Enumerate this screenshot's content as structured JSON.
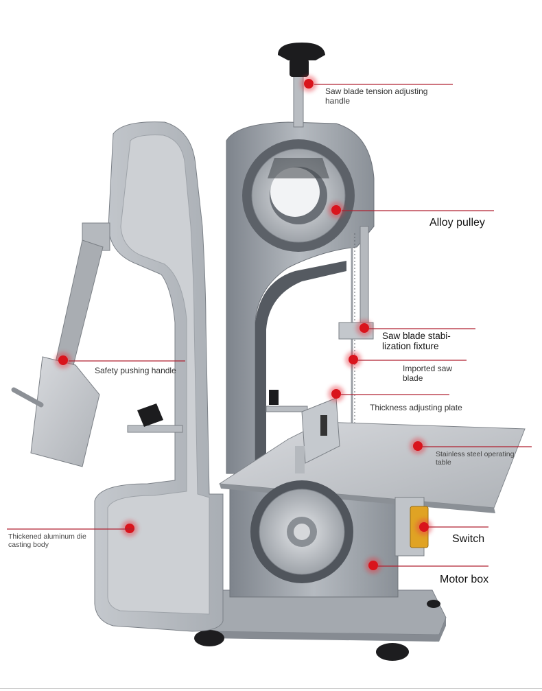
{
  "callouts": [
    {
      "id": "tension-handle",
      "text": "Saw blade tension adjusting\nhandle"
    },
    {
      "id": "alloy-pulley",
      "text": "Alloy pulley"
    },
    {
      "id": "stabilization-fixture",
      "text": "Saw blade stabi-\nlization fixture"
    },
    {
      "id": "safety-handle",
      "text": "Safety pushing handle"
    },
    {
      "id": "saw-blade",
      "text": "Imported saw\nblade"
    },
    {
      "id": "thickness-plate",
      "text": "Thickness adjusting plate"
    },
    {
      "id": "operating-table",
      "text": "Stainless steel operating\ntable"
    },
    {
      "id": "aluminum-body",
      "text": "Thickened aluminum die\ncasting body"
    },
    {
      "id": "switch",
      "text": "Switch"
    },
    {
      "id": "motor-box",
      "text": "Motor box"
    }
  ],
  "colors": {
    "marker": "#d9141c",
    "leader": "#b02030",
    "body": "#9da2a9",
    "steel": "#c9ccd0"
  }
}
